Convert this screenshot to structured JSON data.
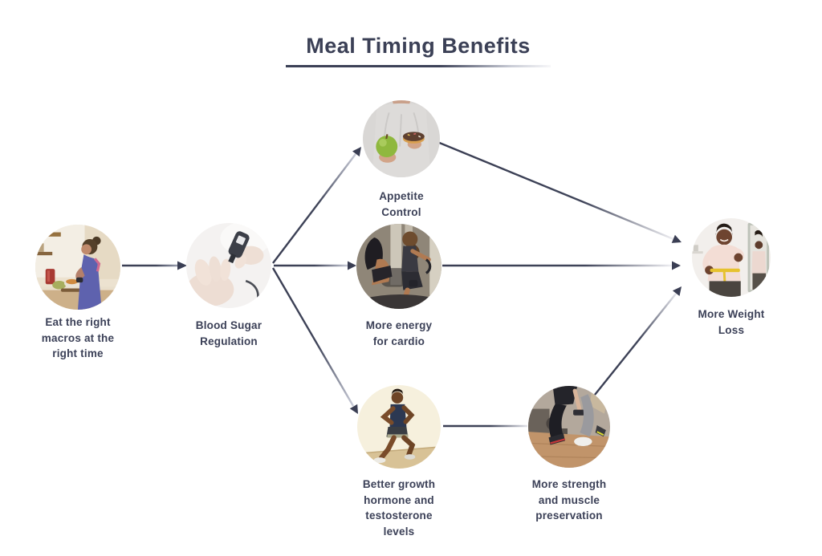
{
  "title": "Meal Timing Benefits",
  "colors": {
    "text": "#3b4057",
    "line": "#3a3e53",
    "line_fade": "#e3e4ea",
    "background": "#ffffff"
  },
  "diagram": {
    "nodes": [
      {
        "id": "eat-right-macros",
        "label": "Eat the right\nmacros at the\nright time",
        "image": "woman-eating-healthy-meal"
      },
      {
        "id": "blood-sugar-regulation",
        "label": "Blood Sugar\nRegulation",
        "image": "glucose-meter-finger-test"
      },
      {
        "id": "appetite-control",
        "label": "Appetite\nControl",
        "image": "choosing-apple-over-donut"
      },
      {
        "id": "more-energy-cardio",
        "label": "More energy\nfor cardio",
        "image": "women-on-exercise-bikes"
      },
      {
        "id": "growth-hormone",
        "label": "Better growth\nhormone and\ntestosterone\nlevels",
        "image": "man-running"
      },
      {
        "id": "strength-preservation",
        "label": "More strength\nand muscle\npreservation",
        "image": "lunges-with-dumbbells"
      },
      {
        "id": "more-weight-loss",
        "label": "More Weight\nLoss",
        "image": "woman-measuring-waist"
      }
    ],
    "edges": [
      {
        "from": "eat-right-macros",
        "to": "blood-sugar-regulation",
        "arrow": true
      },
      {
        "from": "blood-sugar-regulation",
        "to": "appetite-control",
        "arrow": true
      },
      {
        "from": "blood-sugar-regulation",
        "to": "more-energy-cardio",
        "arrow": true
      },
      {
        "from": "blood-sugar-regulation",
        "to": "growth-hormone",
        "arrow": true
      },
      {
        "from": "appetite-control",
        "to": "more-weight-loss",
        "arrow": true
      },
      {
        "from": "more-energy-cardio",
        "to": "more-weight-loss",
        "arrow": true
      },
      {
        "from": "growth-hormone",
        "to": "strength-preservation",
        "arrow": false
      },
      {
        "from": "strength-preservation",
        "to": "more-weight-loss",
        "arrow": true
      }
    ]
  }
}
